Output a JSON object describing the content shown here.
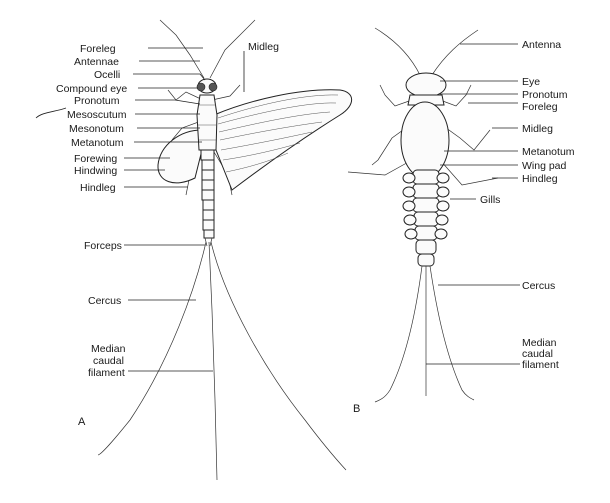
{
  "figure_a": {
    "panel_letter": "A",
    "labels": {
      "foreleg": "Foreleg",
      "antennae": "Antennae",
      "ocelli": "Ocelli",
      "compound_eye": "Compound eye",
      "pronotum": "Pronotum",
      "mesoscutum": "Mesoscutum",
      "mesonotum": "Mesonotum",
      "metanotum": "Metanotum",
      "forewing": "Forewing",
      "hindwing": "Hindwing",
      "hindleg": "Hindleg",
      "forceps": "Forceps",
      "cercus": "Cercus",
      "median_caudal_filament": [
        "Median",
        "caudal",
        "filament"
      ],
      "midleg": "Midleg"
    }
  },
  "figure_b": {
    "panel_letter": "B",
    "labels": {
      "antenna": "Antenna",
      "eye": "Eye",
      "pronotum": "Pronotum",
      "foreleg": "Foreleg",
      "midleg": "Midleg",
      "metanotum": "Metanotum",
      "wing_pad": "Wing pad",
      "hindleg": "Hindleg",
      "gills": "Gills",
      "cercus": "Cercus",
      "median_caudal_filament": [
        "Median",
        "caudal",
        "filament"
      ]
    }
  }
}
